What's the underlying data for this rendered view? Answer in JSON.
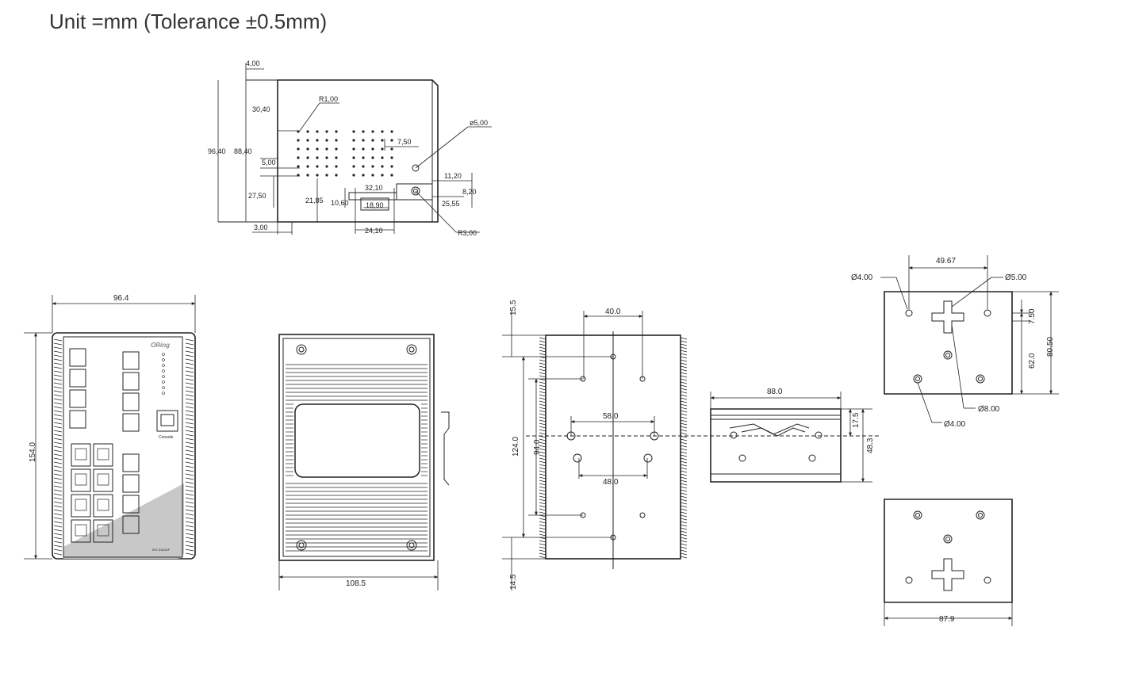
{
  "header": {
    "title": "Unit =mm (Tolerance ±0.5mm)"
  },
  "top_view": {
    "dims": {
      "d400": "4,00",
      "d3040": "30,40",
      "r100": "R1,00",
      "d9640": "96,40",
      "d8840": "88,40",
      "d500": "5,00",
      "d2750": "27,50",
      "d300": "3,00",
      "d2185": "21,85",
      "d1060": "10,60",
      "d3210": "32,10",
      "d1890": "18,90",
      "d2410": "24,10",
      "d750": "7,50",
      "phi500": "ø5,00",
      "d1120": "11,20",
      "d820": "8,20",
      "d2555": "25,55",
      "r300": "R3,00"
    }
  },
  "front_view": {
    "dims": {
      "width": "96.4",
      "height": "154.0"
    },
    "brand": "ORing",
    "console_label": "Console",
    "model_label": "IES-3162GF"
  },
  "side_view": {
    "dims": {
      "width": "108.5"
    }
  },
  "rear_view": {
    "dims": {
      "d155": "15.5",
      "d400": "40.0",
      "d580": "58.0",
      "d480": "48.0",
      "d1240": "124.0",
      "d940": "94.0",
      "d145": "14.5"
    }
  },
  "din_rail": {
    "dims": {
      "d880": "88.0",
      "d175": "17.5",
      "d483": "48.3"
    }
  },
  "wall_mount_side": {
    "dims": {
      "d4967": "49.67",
      "phi400a": "Ø4.00",
      "phi500": "Ø5.00",
      "d750": "7.50",
      "d620": "62.0",
      "d8050": "80.50",
      "phi800": "Ø8.00",
      "phi400b": "Ø4.00"
    }
  },
  "wall_mount_front": {
    "dims": {
      "width": "87.9"
    }
  }
}
